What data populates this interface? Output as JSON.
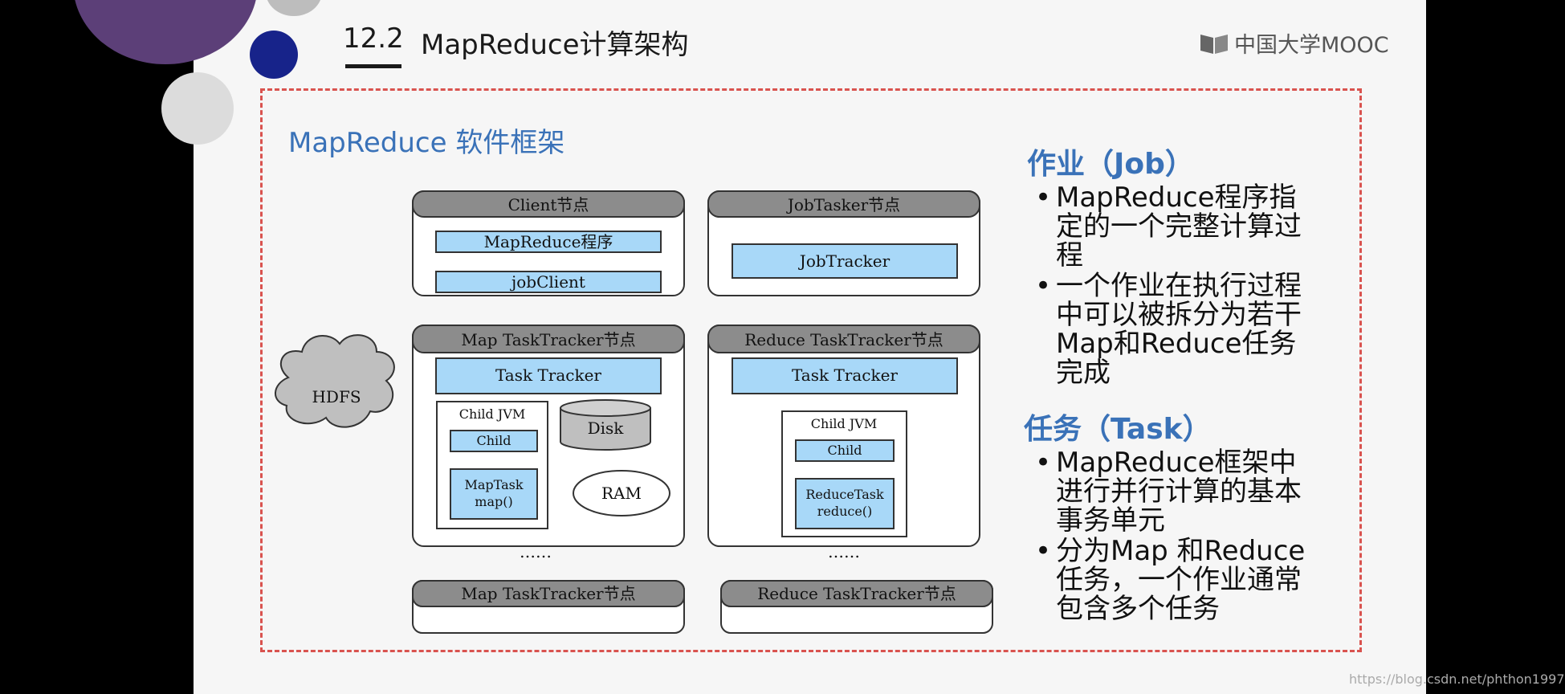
{
  "header": {
    "section_number": "12.2",
    "title": "MapReduce计算架构",
    "logo_text": "中国大学MOOC"
  },
  "subtitle": "MapReduce 软件框架",
  "diagram": {
    "client_node": {
      "header": "Client节点",
      "boxes": [
        "MapReduce程序",
        "jobClient"
      ]
    },
    "jobtracker_node": {
      "header": "JobTasker节点",
      "box": "JobTracker"
    },
    "map_node": {
      "header": "Map TaskTracker节点",
      "tracker": "Task Tracker",
      "jvm_label": "Child JVM",
      "child": "Child",
      "task_line1": "MapTask",
      "task_line2": "map()",
      "disk": "Disk",
      "ram": "RAM"
    },
    "reduce_node": {
      "header": "Reduce TaskTracker节点",
      "tracker": "Task Tracker",
      "jvm_label": "Child JVM",
      "child": "Child",
      "task_line1": "ReduceTask",
      "task_line2": "reduce()"
    },
    "hdfs": "HDFS",
    "ellipsis": "……",
    "bottom_map_header": "Map TaskTracker节点",
    "bottom_reduce_header": "Reduce TaskTracker节点"
  },
  "right": {
    "job_heading": "作业（Job）",
    "job_bullets": [
      [
        "MapReduce程序指",
        "定的一个完整计算过",
        "程"
      ],
      [
        "一个作业在执行过程",
        "中可以被拆分为若干",
        "Map和Reduce任务",
        "完成"
      ]
    ],
    "task_heading": "任务（Task）",
    "task_bullets": [
      [
        "MapReduce框架中",
        "进行并行计算的基本",
        "事务单元"
      ],
      [
        "分为Map 和Reduce",
        "任务，一个作业通常",
        "包含多个任务"
      ]
    ]
  },
  "watermark": "https://blog.csdn.net/phthon1997",
  "colors": {
    "accent_blue": "#3a72b8",
    "box_blue": "#a8d8f8",
    "header_gray": "#8c8c8c",
    "frame_red": "#d9534f"
  }
}
